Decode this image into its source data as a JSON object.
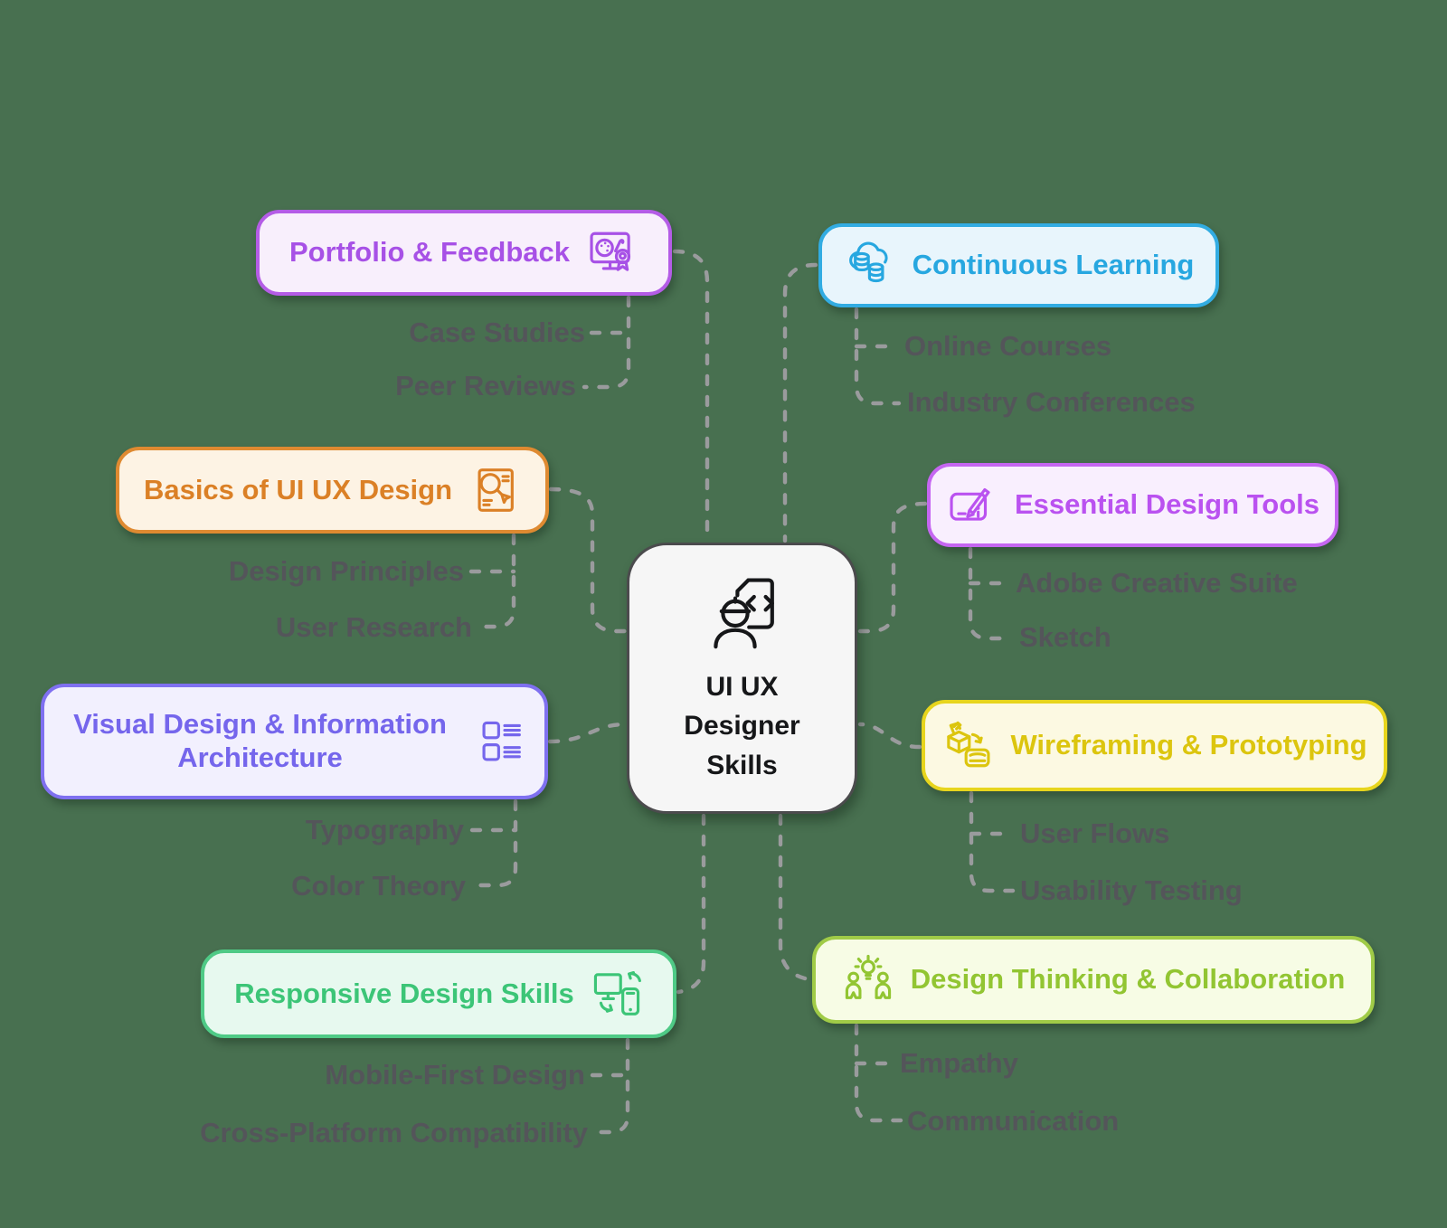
{
  "page": {
    "background": "#487050"
  },
  "labels": {
    "color": "#54555a"
  },
  "connectors": {
    "color": "#9a9b9d"
  },
  "center": {
    "title_lines": [
      "UI UX",
      "Designer",
      "Skills"
    ],
    "icon": "engineer-document-icon",
    "colors": {
      "border": "#4b4b4d",
      "bg": "#f6f6f6",
      "text": "#161719"
    }
  },
  "branches": [
    {
      "id": "portfolio-feedback",
      "title": "Portfolio & Feedback",
      "icon": "monitor-palette-award-icon",
      "colors": {
        "border": "#b45ce6",
        "bg": "#f8effc",
        "text": "#a751e6"
      },
      "children": [
        "Case Studies",
        "Peer Reviews"
      ]
    },
    {
      "id": "continuous-learning",
      "title": "Continuous Learning",
      "icon": "cloud-database-icon",
      "colors": {
        "border": "#32ace2",
        "bg": "#e8f5fc",
        "text": "#27a7e0"
      },
      "children": [
        "Online Courses",
        "Industry Conferences"
      ]
    },
    {
      "id": "basics-of-ui-ux-design",
      "title": "Basics of UI UX Design",
      "icon": "document-magnifier-icon",
      "colors": {
        "border": "#df8a31",
        "bg": "#fdf3e4",
        "text": "#db8026"
      },
      "children": [
        "Design Principles",
        "User Research"
      ]
    },
    {
      "id": "essential-design-tools",
      "title": "Essential Design Tools",
      "icon": "tablet-pen-icon",
      "colors": {
        "border": "#c566f1",
        "bg": "#f9effe",
        "text": "#ba52f0"
      },
      "children": [
        "Adobe Creative Suite",
        "Sketch"
      ]
    },
    {
      "id": "visual-design-information-architecture",
      "title": "Visual Design & Information Architecture",
      "icon": "list-layout-icon",
      "colors": {
        "border": "#7f70f0",
        "bg": "#f2f0fe",
        "text": "#7566ec"
      },
      "children": [
        "Typography",
        "Color Theory"
      ]
    },
    {
      "id": "wireframing-prototyping",
      "title": "Wireframing & Prototyping",
      "icon": "box-card-icon",
      "colors": {
        "border": "#e7d51d",
        "bg": "#fcf9e2",
        "text": "#dcc50e"
      },
      "children": [
        "User Flows",
        "Usability Testing"
      ]
    },
    {
      "id": "responsive-design-skills",
      "title": "Responsive Design Skills",
      "icon": "devices-sync-icon",
      "colors": {
        "border": "#4fca86",
        "bg": "#e7f9ef",
        "text": "#3cc577"
      },
      "children": [
        "Mobile-First Design",
        "Cross-Platform Compatibility"
      ]
    },
    {
      "id": "design-thinking-collaboration",
      "title": "Design Thinking & Collaboration",
      "icon": "people-lightbulb-icon",
      "colors": {
        "border": "#a0cb47",
        "bg": "#f7fce5",
        "text": "#92c532"
      },
      "children": [
        "Empathy",
        "Communication"
      ]
    }
  ]
}
